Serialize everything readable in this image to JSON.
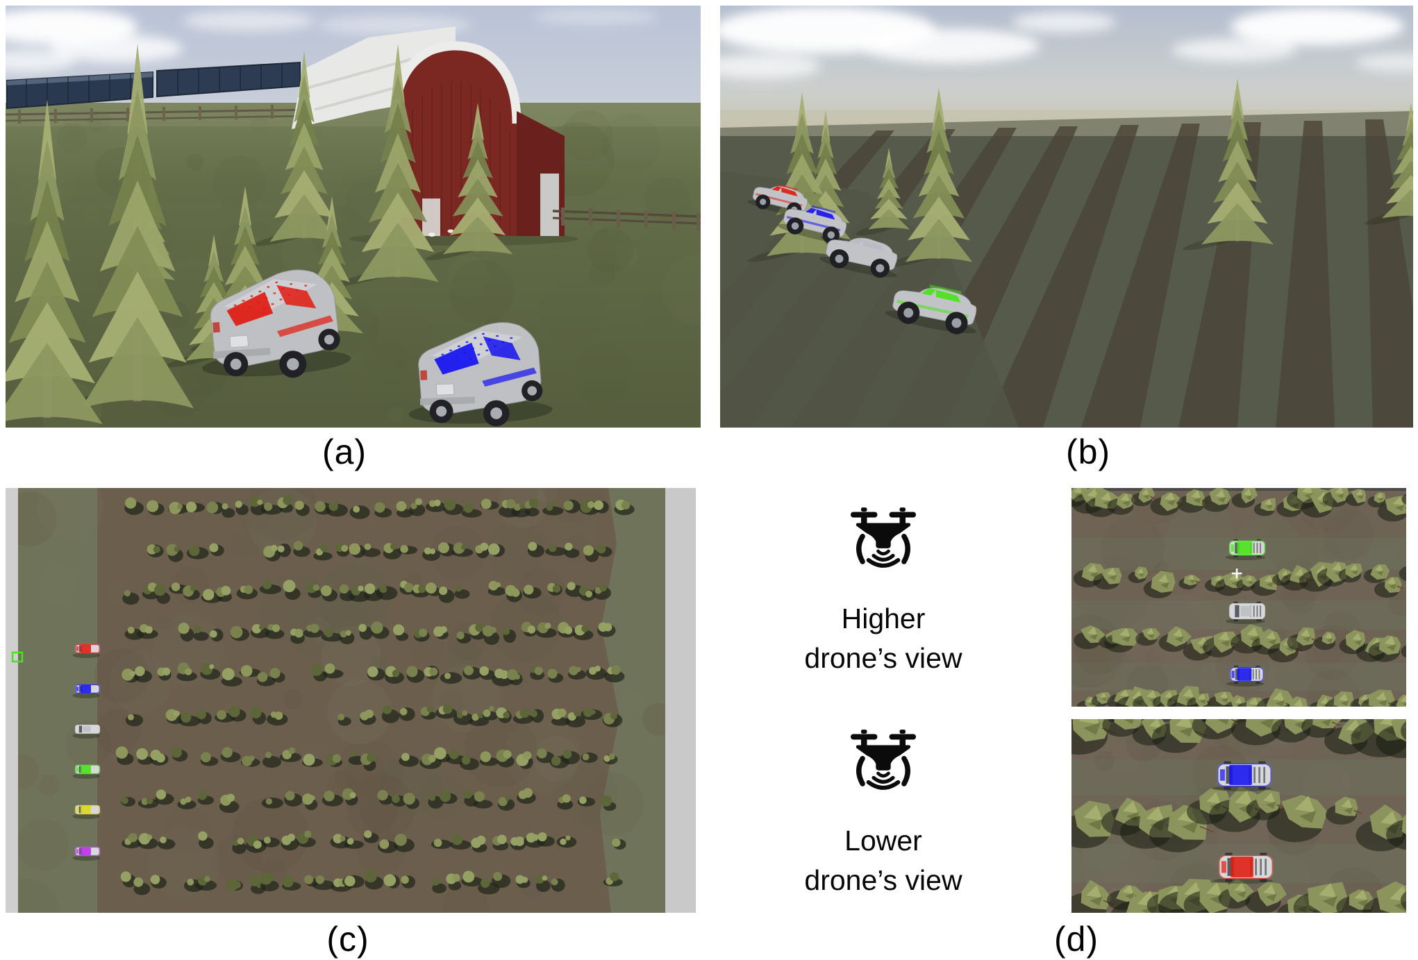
{
  "figure": {
    "captions": {
      "a": "(a)",
      "b": "(b)",
      "c": "(c)",
      "d": "(d)"
    },
    "legend": {
      "higher": {
        "line1": "Higher",
        "line2": "drone’s view"
      },
      "lower": {
        "line1": "Lower",
        "line2": "drone’s view"
      }
    },
    "colors": {
      "highlight_red": "#e01b10",
      "highlight_blue": "#1512f0",
      "highlight_green": "#46e414",
      "highlight_yellow": "#ded714",
      "highlight_purple": "#bb2fe8",
      "vehicle_body_gray": "#c9cacd",
      "barn_red": "#7b2823",
      "roof_white": "#e9eae7",
      "sky_blue": "#bac4d6",
      "grass_green": "#626b49",
      "soil_brown": "#6b5b4b",
      "canopy_green": "#8c945d"
    },
    "panel_a": {
      "vehicles": [
        {
          "highlight": "red"
        },
        {
          "highlight": "blue"
        }
      ]
    },
    "panel_b": {
      "vehicles": [
        {
          "highlight": "red"
        },
        {
          "highlight": "blue"
        },
        {
          "highlight": "none"
        },
        {
          "highlight": "green"
        }
      ]
    },
    "panel_c": {
      "vehicles": [
        {
          "highlight": "red"
        },
        {
          "highlight": "blue"
        },
        {
          "highlight": "none"
        },
        {
          "highlight": "green"
        },
        {
          "highlight": "yellow"
        },
        {
          "highlight": "purple"
        }
      ]
    },
    "panel_d_top": {
      "vehicles": [
        {
          "highlight": "green"
        },
        {
          "highlight": "none"
        },
        {
          "highlight": "blue"
        }
      ]
    },
    "panel_d_bottom": {
      "vehicles": [
        {
          "highlight": "blue"
        },
        {
          "highlight": "red"
        }
      ]
    }
  }
}
